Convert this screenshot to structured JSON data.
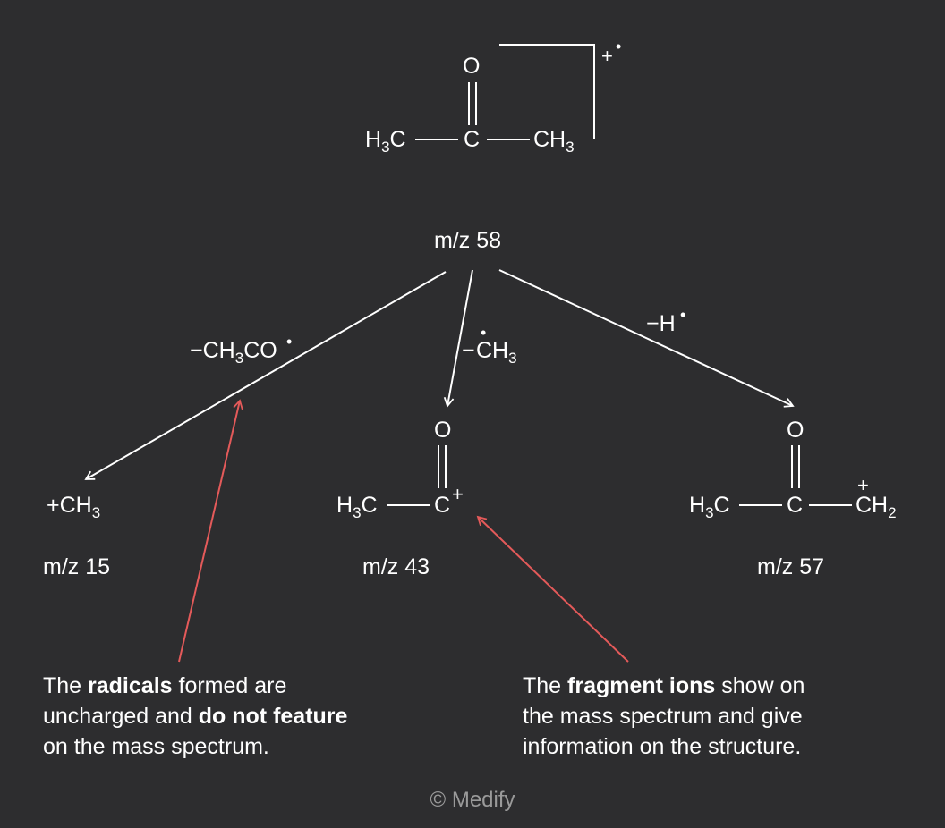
{
  "colors": {
    "background": "#2d2d2f",
    "foreground": "#ffffff",
    "annotation_arrow": "#e45a5a",
    "copyright": "#9a9a9a"
  },
  "parent_ion": {
    "oxygen": "O",
    "left_group": "H",
    "left_sub": "3",
    "left_carbon": "C",
    "center_carbon": "C",
    "right_group": "CH",
    "right_sub": "3",
    "charge": "+",
    "radical_dot": "•",
    "mz_label": "m/z 58"
  },
  "pathways": {
    "left": {
      "label": "−CH",
      "label_sub": "3",
      "label_tail": "CO",
      "radical_dot": "•"
    },
    "middle": {
      "label_minus": "−",
      "label": "CH",
      "label_sub": "3",
      "radical_dot": "•"
    },
    "right": {
      "label": "−H",
      "radical_dot": "•"
    }
  },
  "fragments": {
    "methyl": {
      "text": "+CH",
      "sub": "3",
      "mz_label": "m/z 15"
    },
    "acylium": {
      "oxygen": "O",
      "left_group": "H",
      "left_sub": "3",
      "left_carbon": "C",
      "center_carbon": "C",
      "charge": "+",
      "mz_label": "m/z 43"
    },
    "loss_h": {
      "oxygen": "O",
      "left_group": "H",
      "left_sub": "3",
      "left_carbon": "C",
      "center_carbon": "C",
      "right_group": "CH",
      "right_sub": "2",
      "charge": "+",
      "mz_label": "m/z 57"
    }
  },
  "notes": {
    "radicals": {
      "line1_pre": "The ",
      "line1_bold": "radicals",
      "line1_post": " formed are",
      "line2_pre": "uncharged and ",
      "line2_bold": "do not feature",
      "line3": "on the mass spectrum."
    },
    "ions": {
      "line1_pre": "The ",
      "line1_bold": "fragment ions",
      "line1_post": " show on",
      "line2": "the mass spectrum and give",
      "line3": "information on the structure."
    }
  },
  "copyright": "© Medify"
}
